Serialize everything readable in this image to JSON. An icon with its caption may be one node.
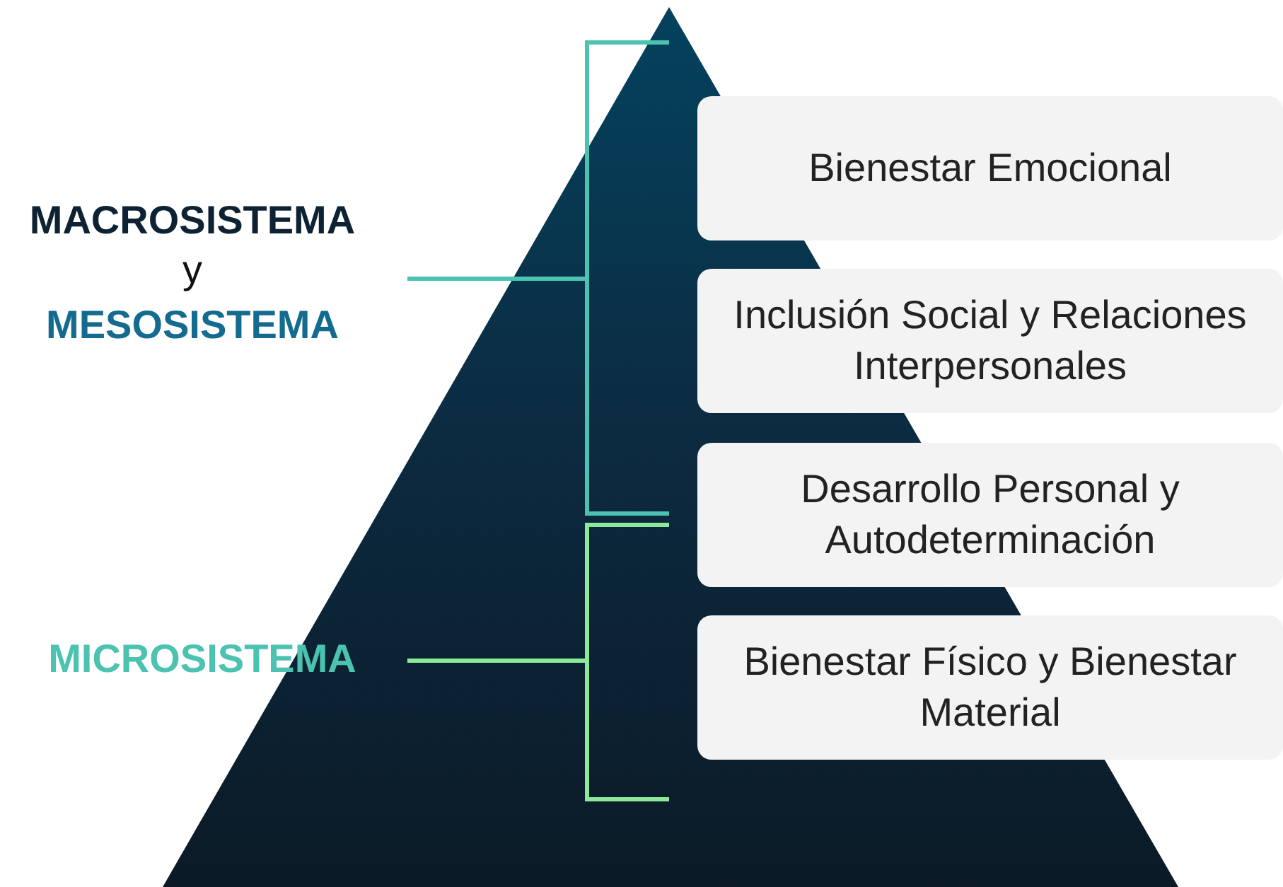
{
  "diagram": {
    "nodes": [
      {
        "text": [
          "Bienestar Emocional"
        ]
      },
      {
        "text": [
          "Inclusión Social y Relaciones Interpersonales"
        ]
      },
      {
        "text": [
          "Desarrollo Personal y Autodeterminación"
        ]
      },
      {
        "text": [
          "Bienestar Físico y Bienestar Material"
        ]
      }
    ],
    "labels": [
      "MACROSISTEMA",
      "y",
      "MESOSISTEMA",
      "MICROSISTEMA"
    ]
  }
}
